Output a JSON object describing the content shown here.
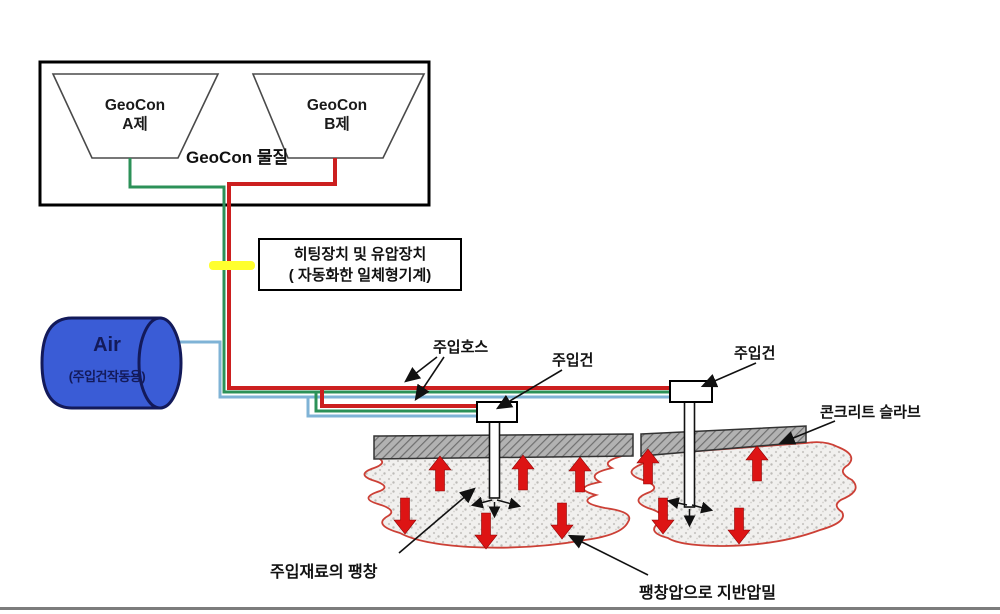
{
  "supply_box": {
    "hopper_a": {
      "line1": "GeoCon",
      "line2": "A제"
    },
    "hopper_b": {
      "line1": "GeoCon",
      "line2": "B제"
    },
    "material_label": "GeoCon 물질"
  },
  "heater_box": {
    "line1": "히팅장치 및 유압장치",
    "line2": "( 자동화한 일체형기계)"
  },
  "air_tank": {
    "title": "Air",
    "subtitle": "(주입건작동용)"
  },
  "labels": {
    "hose": "주입호스",
    "gun_left": "주입건",
    "gun_right": "주입건",
    "slab": "콘크리트 슬라브",
    "expansion": "주입재료의 팽창",
    "consolidation": "팽창압으로 지반압밀"
  },
  "colors": {
    "hose_red": "#cc1f1f",
    "hose_green": "#2c9158",
    "hose_blue": "#7fb3d6",
    "marker_yellow": "#ffff2e",
    "tank_fill": "#3a5cd6",
    "tank_outline": "#131a5a",
    "arrow_red": "#dd1414",
    "ground_outline": "#cc4036"
  }
}
